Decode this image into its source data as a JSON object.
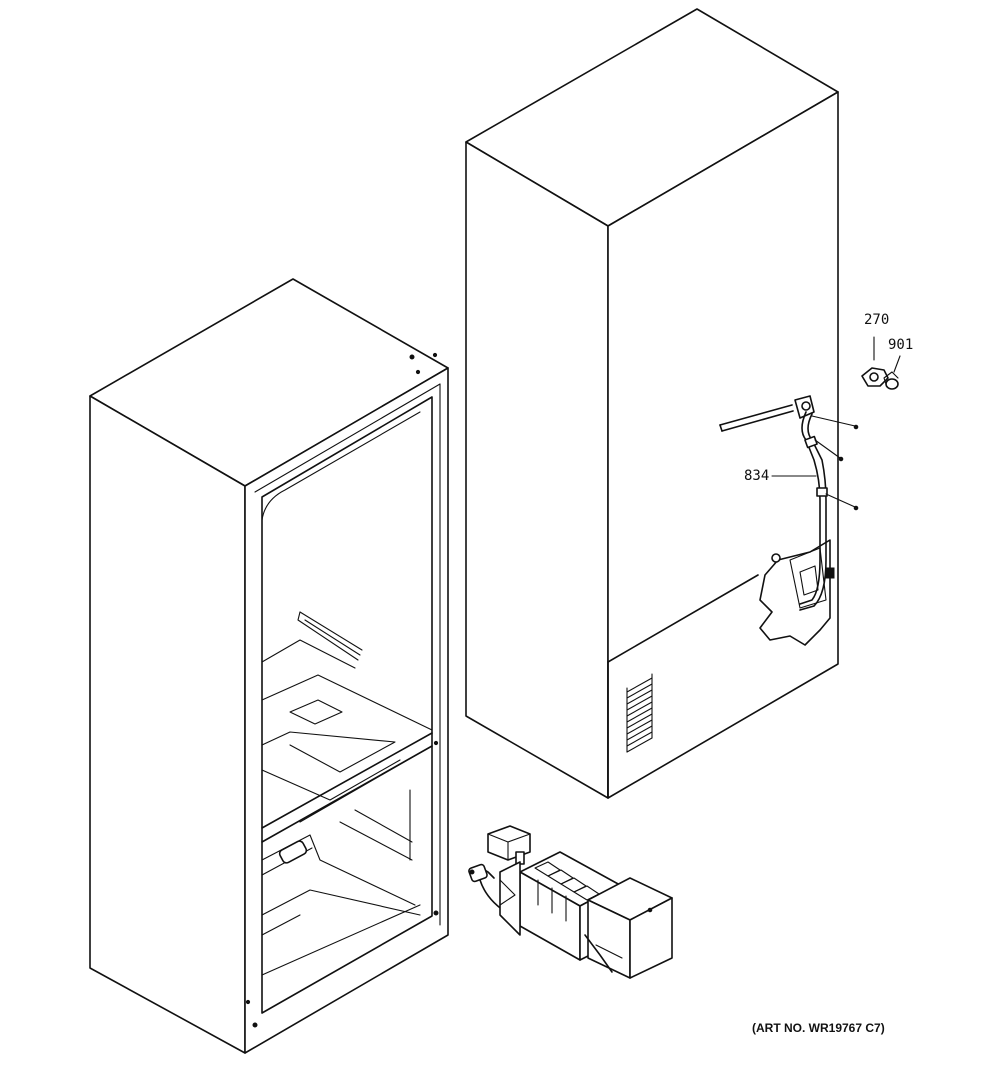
{
  "callouts": {
    "p270": "270",
    "p901": "901",
    "p834": "834"
  },
  "art_number": "(ART NO. WR19767 C7)"
}
